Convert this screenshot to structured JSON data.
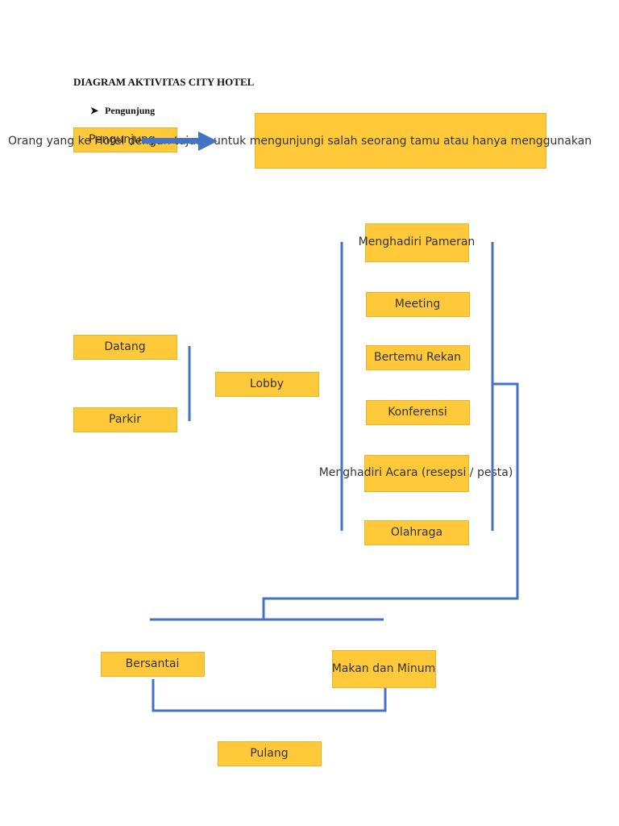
{
  "document": {
    "title": "DIAGRAM AKTIVITAS CITY HOTEL",
    "section_bullet": "➤",
    "section_label": "Pengunjung"
  },
  "legend": {
    "term": "Pengunjung",
    "definition": "Orang yang ke Hotel dengan tujuan untuk mengunjungi salah seorang tamu atau hanya menggunakan"
  },
  "arrival": {
    "datang": "Datang",
    "parkir": "Parkir",
    "lobby": "Lobby"
  },
  "activities": [
    "Menghadiri Pameran",
    "Meeting",
    "Bertemu Rekan",
    "Konferensi",
    "Menghadiri Acara (resepsi / pesta)",
    "Olahraga"
  ],
  "after": {
    "bersantai": "Bersantai",
    "makan": "Makan dan Minum",
    "pulang": "Pulang"
  },
  "colors": {
    "box_fill": "#ffc939",
    "box_border": "#e8b328",
    "connector": "#4472c4",
    "arrow": "#4472c4"
  }
}
